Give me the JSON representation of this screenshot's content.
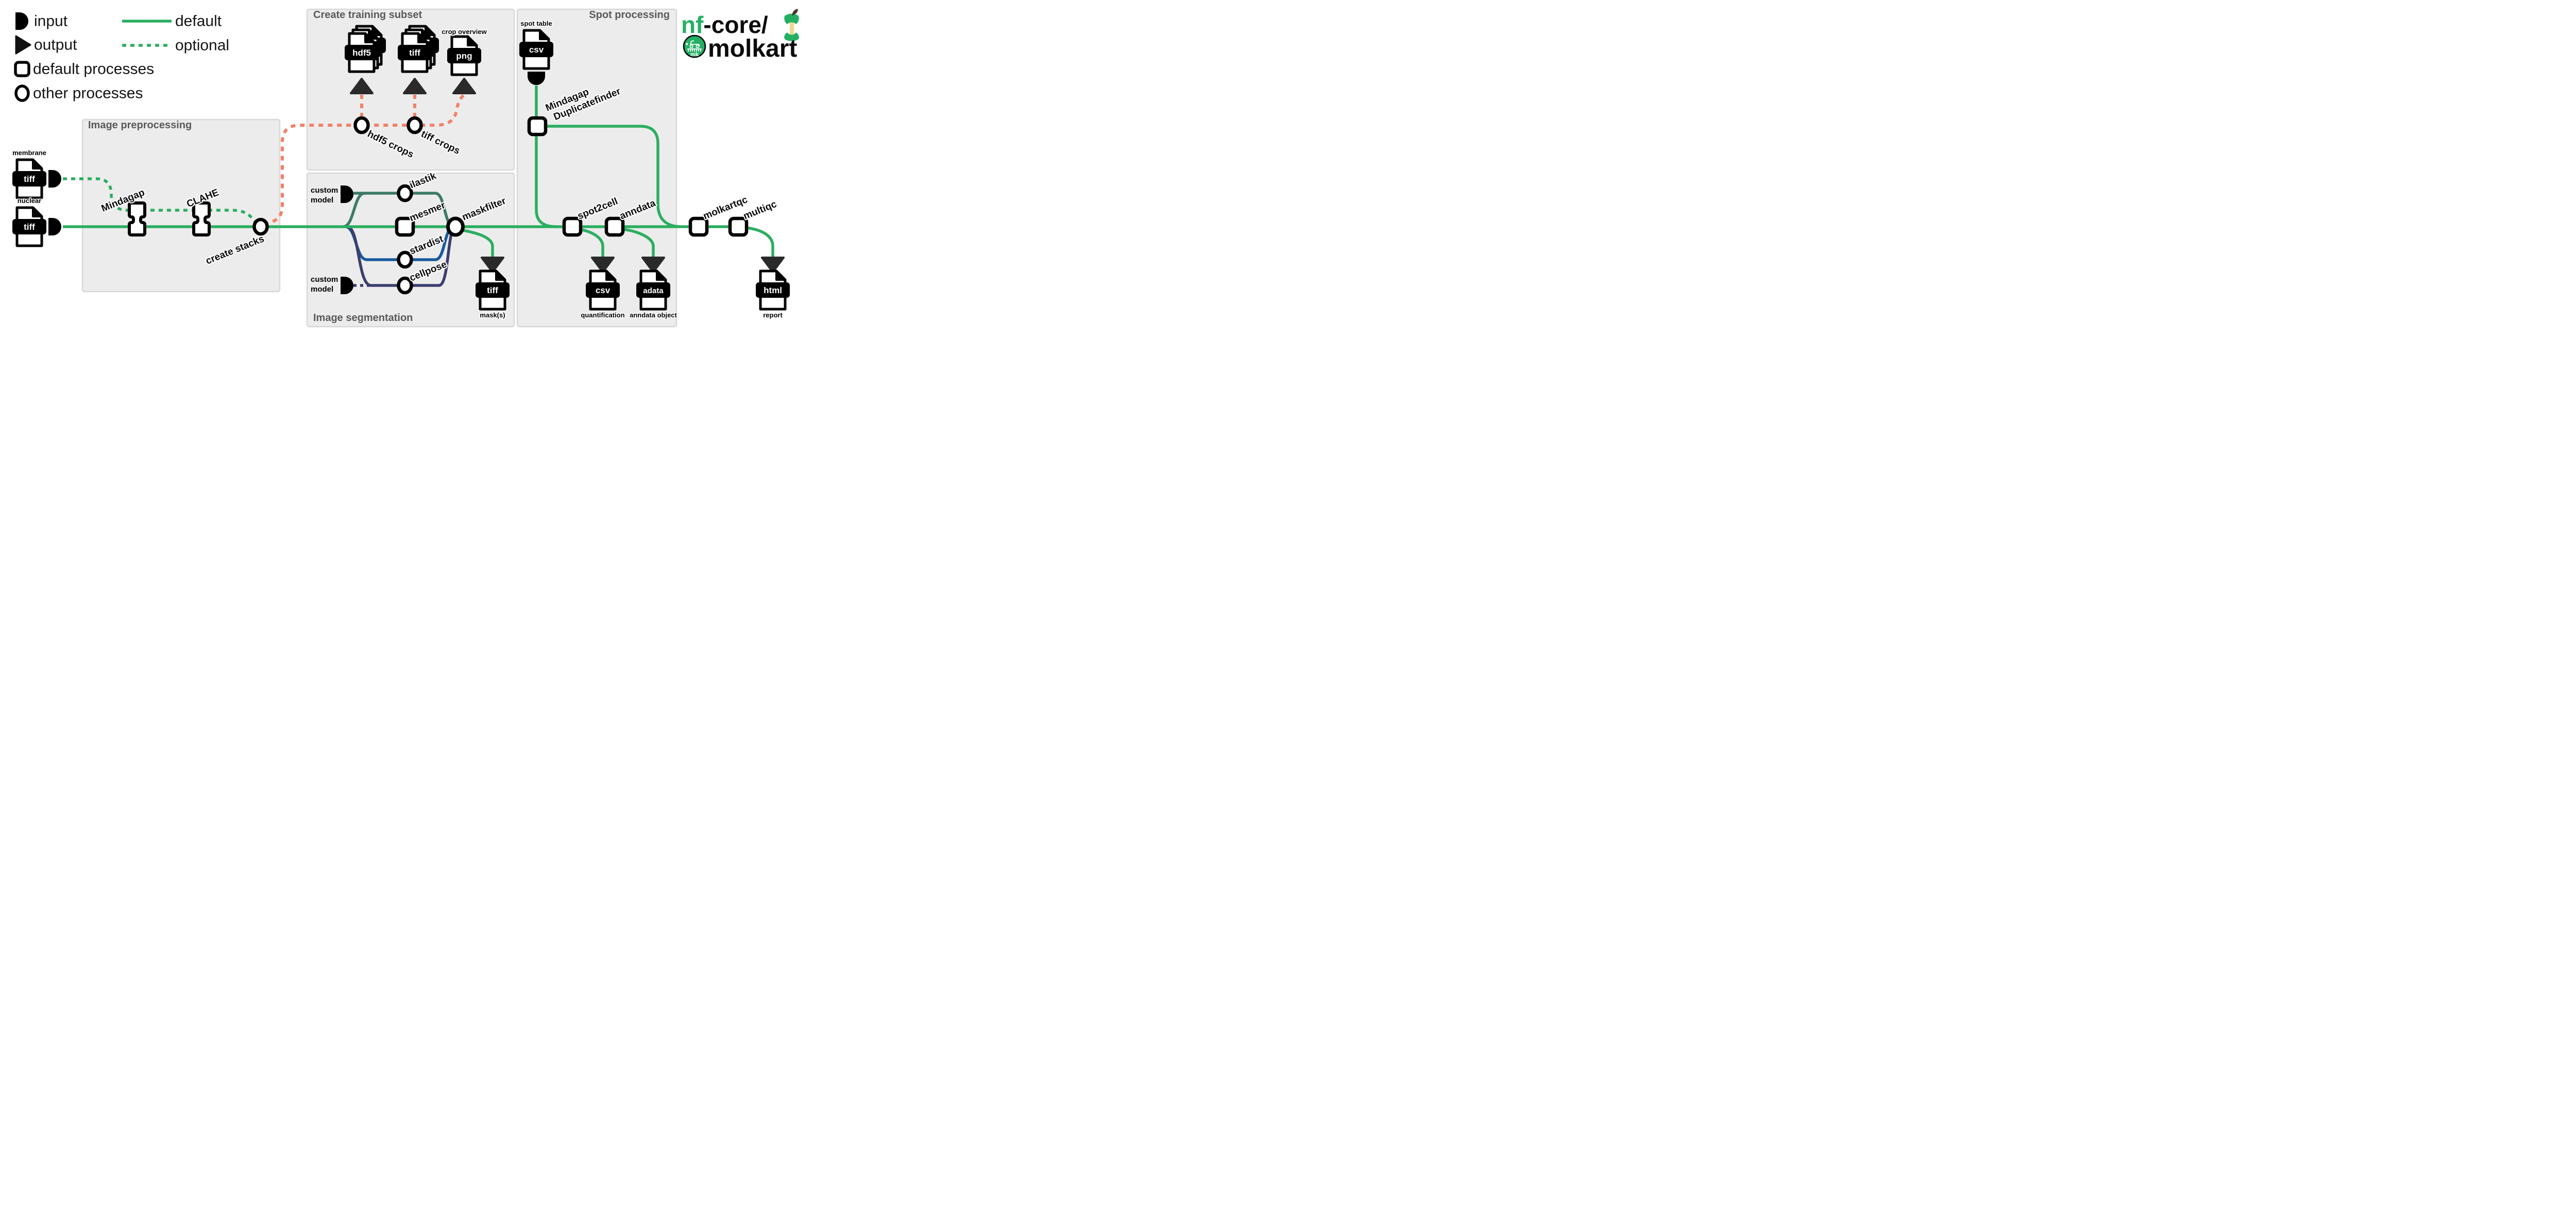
{
  "colors": {
    "green": "#2bae60",
    "logo_green": "#24B064",
    "salmon": "#f28169",
    "teal": "#3c7a68",
    "blue": "#15599d",
    "navy": "#3b3e6e",
    "box_fill": "#ececec",
    "box_border": "#d8d8d8",
    "dark": "#2a2a2a",
    "cream": "#ead98f",
    "stem_brown": "#4a3526"
  },
  "legend": {
    "input": "input",
    "output": "output",
    "default_processes": "default processes",
    "other_processes": "other processes",
    "default_line": "default",
    "optional_line": "optional"
  },
  "boxes": {
    "preprocessing": "Image preprocessing",
    "training": "Create training subset",
    "segmentation": "Image segmentation",
    "spot": "Spot processing"
  },
  "nodes": {
    "mindagap": "Mindagap",
    "clahe": "CLAHE",
    "create_stacks": "create stacks",
    "hdf5_crops": "hdf5 crops",
    "tiff_crops": "tiff crops",
    "ilastik": "ilastik",
    "mesmer": "mesmer",
    "stardist": "stardist",
    "cellpose": "cellpose",
    "maskfilter": "maskfilter",
    "duplicatefinder_line1": "Mindagap",
    "duplicatefinder_line2": "Duplicatefinder",
    "spot2cell": "spot2cell",
    "anndata": "anndata",
    "molkartqc": "molkartqc",
    "multiqc": "multiqc"
  },
  "files": {
    "membrane": {
      "format": "tiff",
      "label": "membrane"
    },
    "nuclear": {
      "format": "tiff",
      "label": "nuclear"
    },
    "hdf5_stack": {
      "format": "hdf5"
    },
    "tiff_stack": {
      "format": "tiff"
    },
    "png_overview": {
      "format": "png",
      "label": "crop overview"
    },
    "spot_table": {
      "format": "csv",
      "label": "spot table"
    },
    "masks": {
      "format": "tiff",
      "label": "mask(s)"
    },
    "quantification": {
      "format": "csv",
      "label": "quantification"
    },
    "anndata_object": {
      "format": "adata",
      "label": "anndata object"
    },
    "report": {
      "format": "html",
      "label": "report"
    }
  },
  "inputs": {
    "custom_model_line1": "custom",
    "custom_model_line2": "model"
  },
  "logo": {
    "nf": "nf",
    "rest": "-core/",
    "name": "molkart",
    "badge": "mk"
  }
}
